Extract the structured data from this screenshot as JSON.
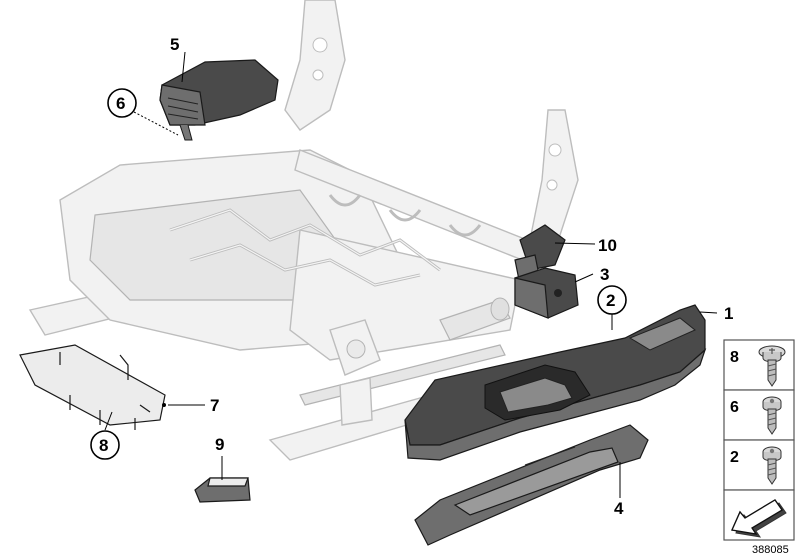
{
  "diagram": {
    "callouts": [
      {
        "id": "c1",
        "label": "1",
        "circled": false
      },
      {
        "id": "c2",
        "label": "2",
        "circled": true
      },
      {
        "id": "c3",
        "label": "3",
        "circled": false
      },
      {
        "id": "c4",
        "label": "4",
        "circled": false
      },
      {
        "id": "c5",
        "label": "5",
        "circled": false
      },
      {
        "id": "c6",
        "label": "6",
        "circled": true
      },
      {
        "id": "c7",
        "label": "7",
        "circled": false
      },
      {
        "id": "c8",
        "label": "8",
        "circled": true
      },
      {
        "id": "c9",
        "label": "9",
        "circled": false
      },
      {
        "id": "c10",
        "label": "10",
        "circled": false
      }
    ],
    "legend": {
      "screws": [
        {
          "label": "8",
          "icon": "washer-head-screw-icon"
        },
        {
          "label": "6",
          "icon": "torx-screw-icon"
        },
        {
          "label": "2",
          "icon": "torx-screw-icon"
        }
      ],
      "arrow_icon": "direction-arrow-icon"
    },
    "document_number": "388085"
  }
}
